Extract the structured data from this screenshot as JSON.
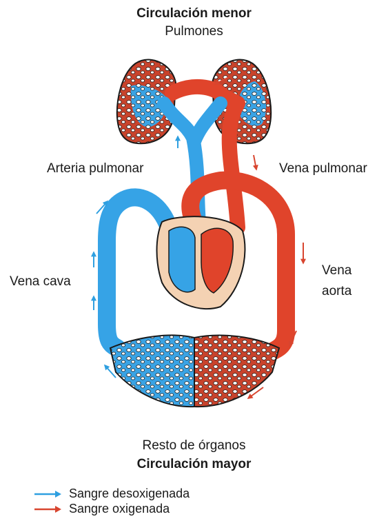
{
  "top": {
    "title": "Circulación menor",
    "subtitle": "Pulmones"
  },
  "bottom": {
    "subtitle": "Resto de órganos",
    "title": "Circulación mayor"
  },
  "labels": {
    "arteria_pulmonar": "Arteria pulmonar",
    "vena_pulmonar": "Vena pulmonar",
    "vena_cava": "Vena cava",
    "vena_aorta_line1": "Vena",
    "vena_aorta_line2": "aorta"
  },
  "legend": [
    {
      "label": "Sangre desoxigenada",
      "color": "#2e9fe0"
    },
    {
      "label": "Sangre oxigenada",
      "color": "#d8452f"
    }
  ],
  "colors": {
    "blue": "#36a3e6",
    "red": "#e0442b",
    "heart_bg": "#f4d2b3",
    "outline": "#1a1a1a"
  }
}
